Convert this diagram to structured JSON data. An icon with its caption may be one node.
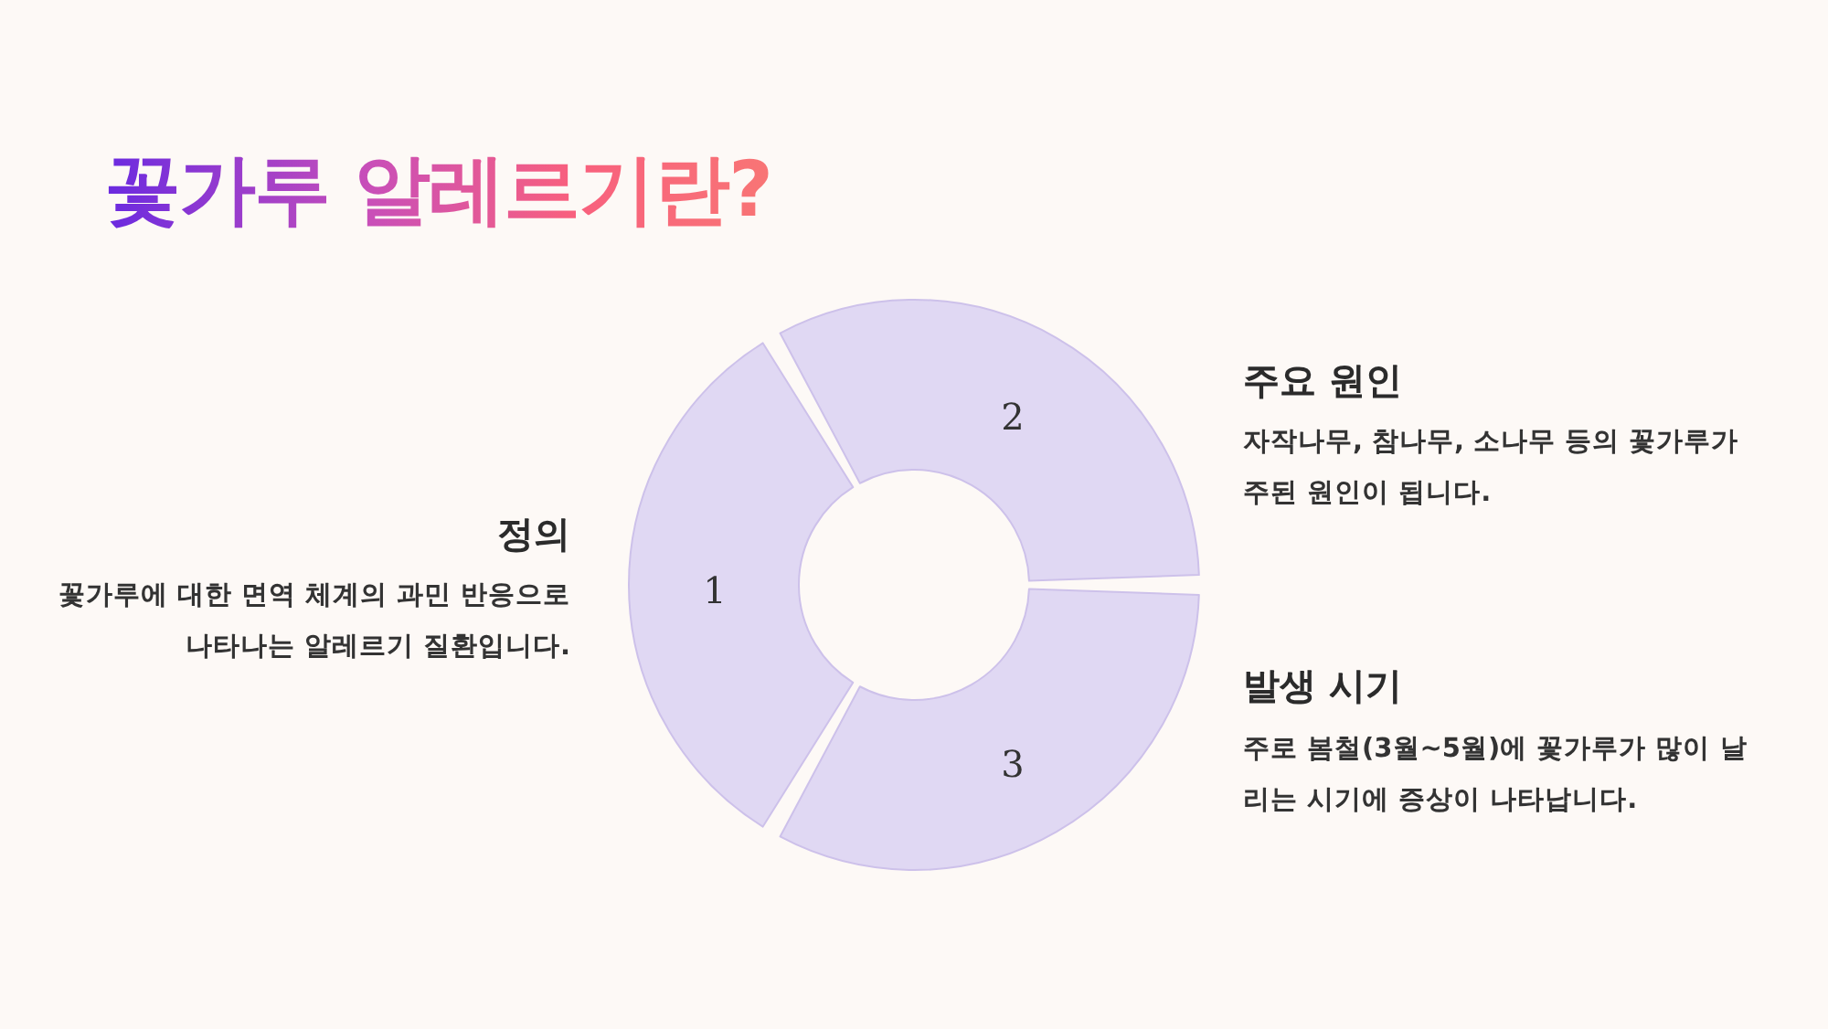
{
  "diagram": {
    "title": "꽃가루 알레르기란?",
    "nodes": [
      {
        "text": [
          "1"
        ]
      },
      {
        "text": [
          "2"
        ]
      },
      {
        "text": [
          "3"
        ]
      }
    ],
    "labels": [
      "주요 원인",
      "자작나무, 참나무, 소나무 등의 꽃가루가 주된 원인이 됩니다.",
      "정의",
      "꽃가루에 대한 면역 체계의 과민 반응으로 나타나는 알레르기 질환입니다.",
      "발생 시기",
      "주로 봄철(3월~5월)에 꽃가루가 많이 날리는 시기에 증상이 나타납니다."
    ]
  }
}
